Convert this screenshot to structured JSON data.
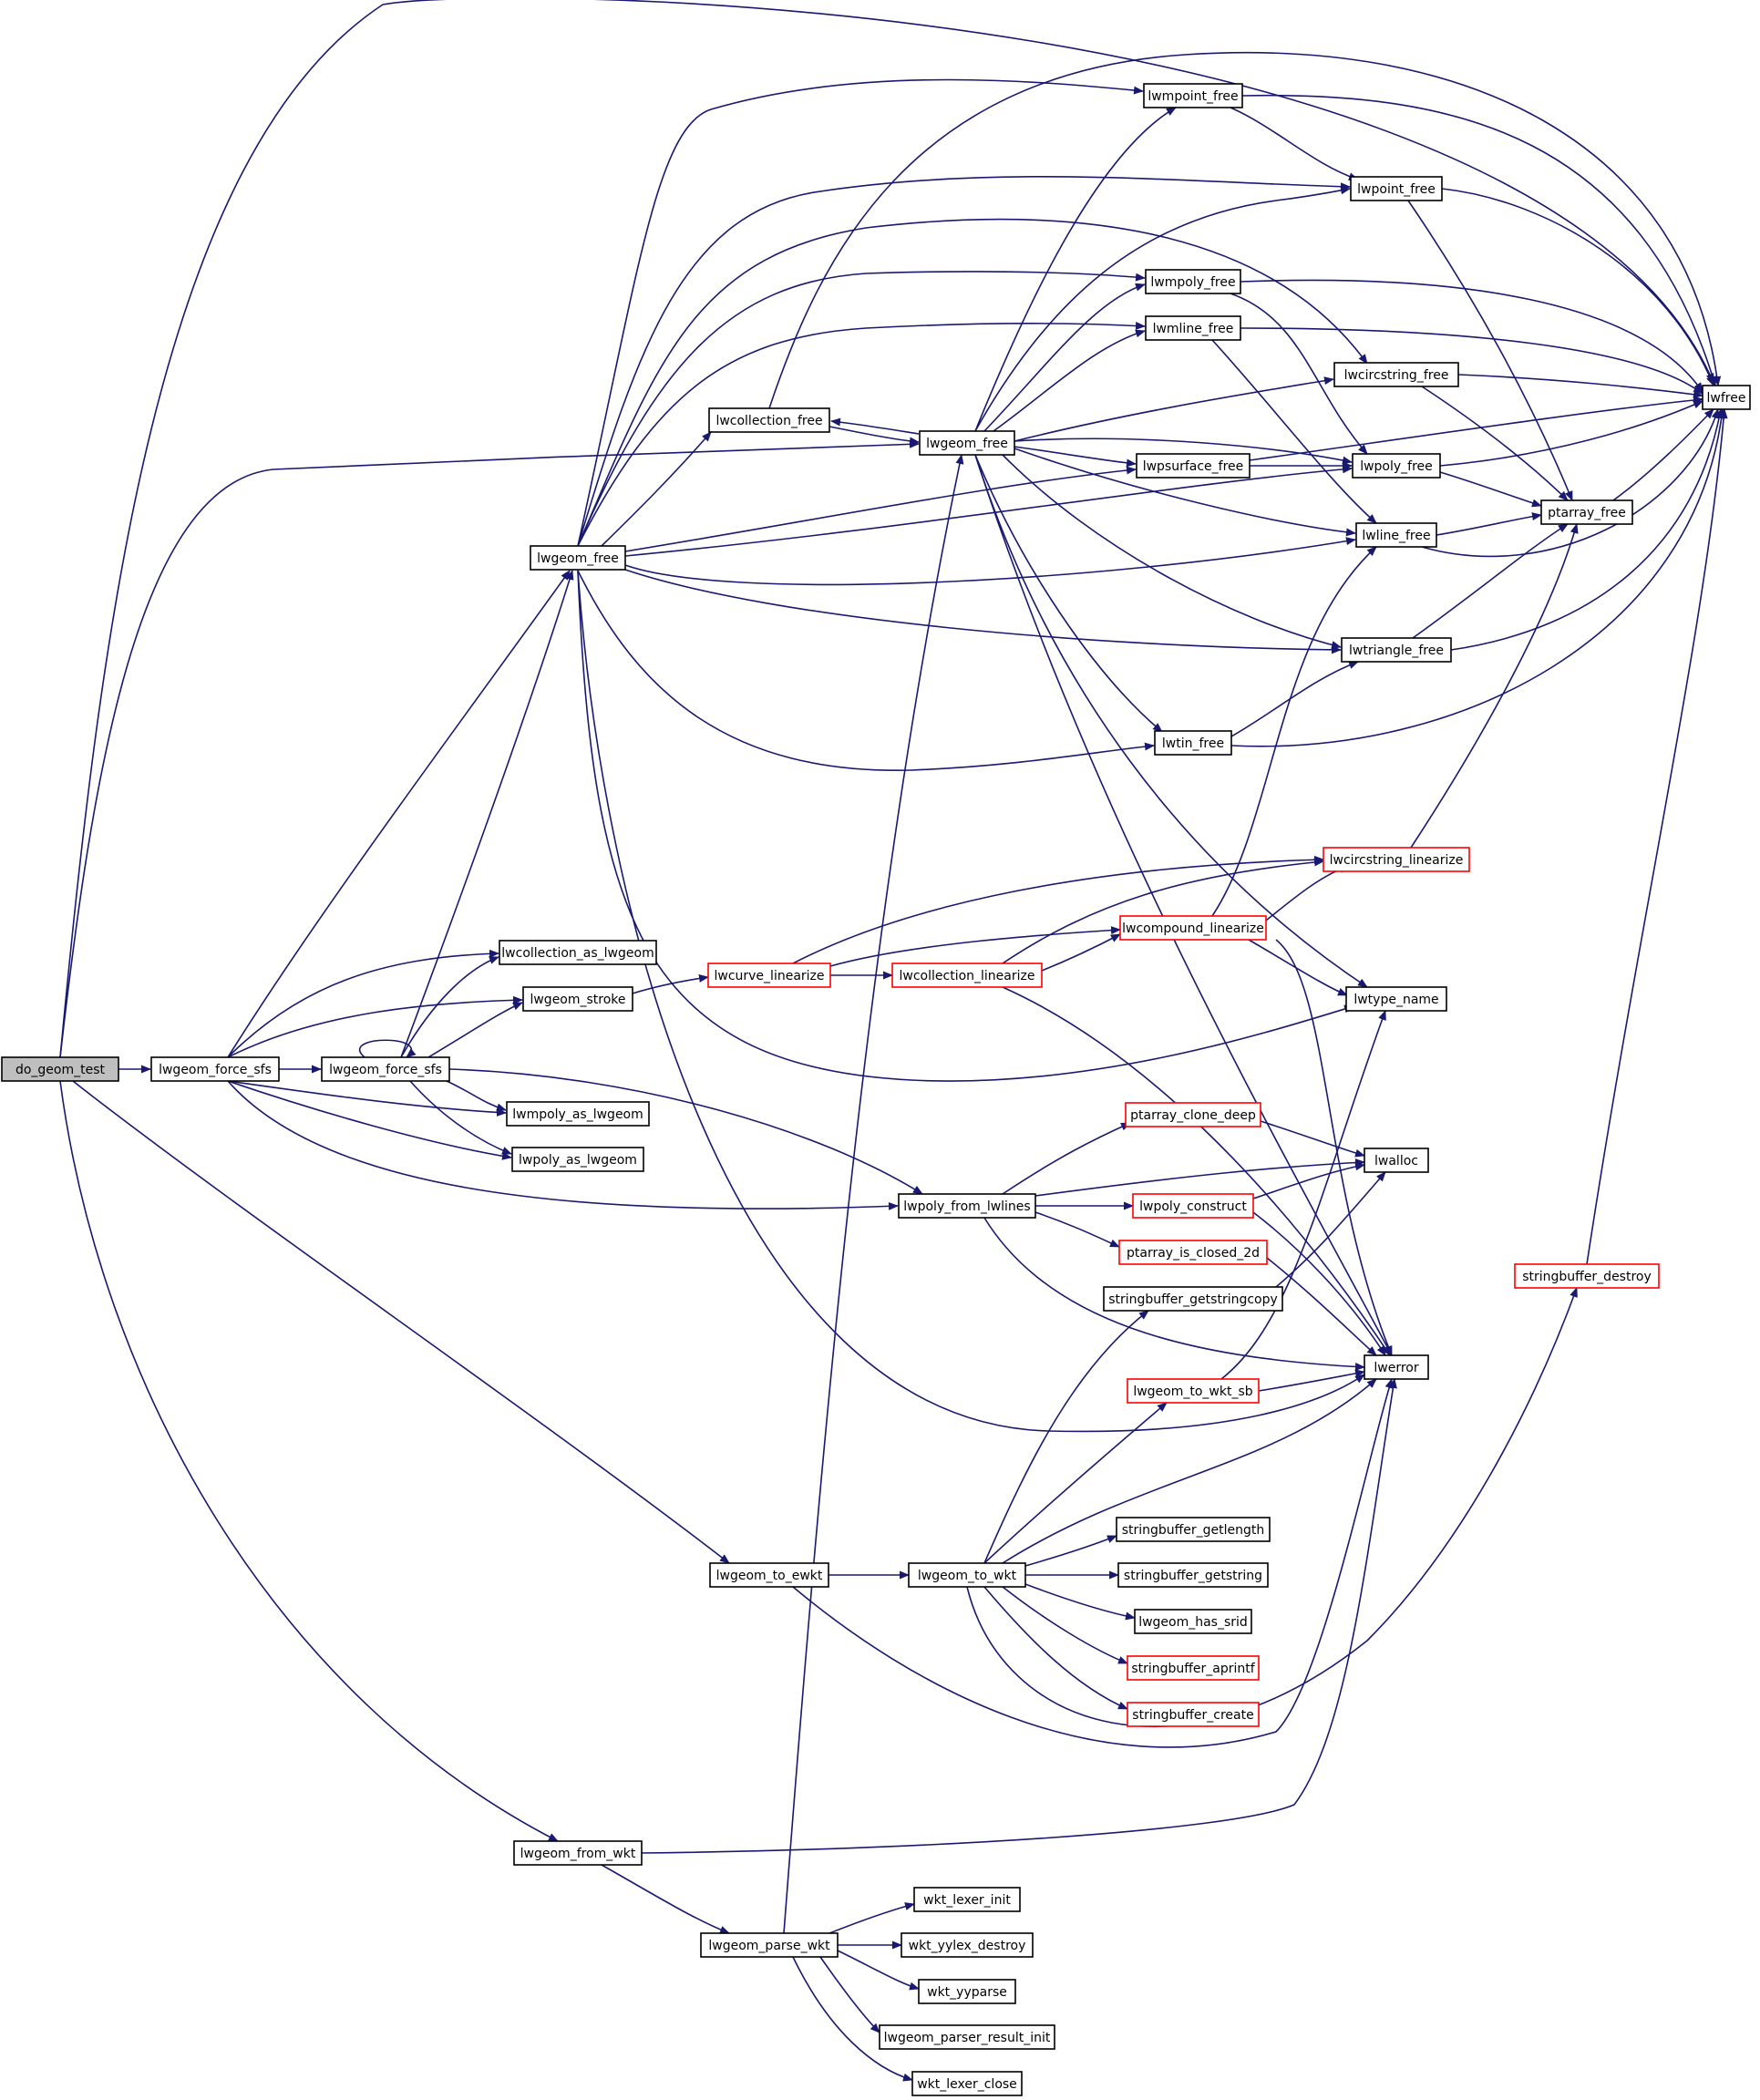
{
  "graph": {
    "root": "do_geom_test",
    "colors": {
      "edge": "#191970",
      "node_border": "#000000",
      "node_border_truncated": "#ff0000",
      "root_fill": "#bfbfbf",
      "node_fill": "#ffffff"
    },
    "nodes": [
      {
        "id": "do_geom_test",
        "label": "do_geom_test",
        "root": true
      },
      {
        "id": "lwgeom_force_sfs_1",
        "label": "lwgeom_force_sfs"
      },
      {
        "id": "lwgeom_force_sfs_2",
        "label": "lwgeom_force_sfs"
      },
      {
        "id": "lwgeom_free_1",
        "label": "lwgeom_free"
      },
      {
        "id": "lwcollection_free",
        "label": "lwcollection_free"
      },
      {
        "id": "lwgeom_free_2",
        "label": "lwgeom_free"
      },
      {
        "id": "lwmpoint_free",
        "label": "lwmpoint_free"
      },
      {
        "id": "lwpoint_free",
        "label": "lwpoint_free"
      },
      {
        "id": "lwmpoly_free",
        "label": "lwmpoly_free"
      },
      {
        "id": "lwmline_free",
        "label": "lwmline_free"
      },
      {
        "id": "lwcircstring_free",
        "label": "lwcircstring_free"
      },
      {
        "id": "lwfree",
        "label": "lwfree"
      },
      {
        "id": "lwpsurface_free",
        "label": "lwpsurface_free"
      },
      {
        "id": "lwpoly_free",
        "label": "lwpoly_free"
      },
      {
        "id": "ptarray_free",
        "label": "ptarray_free"
      },
      {
        "id": "lwline_free",
        "label": "lwline_free"
      },
      {
        "id": "lwtriangle_free",
        "label": "lwtriangle_free"
      },
      {
        "id": "lwtin_free",
        "label": "lwtin_free"
      },
      {
        "id": "lwcircstring_linearize",
        "label": "lwcircstring_linearize",
        "truncated": true
      },
      {
        "id": "lwcompound_linearize",
        "label": "lwcompound_linearize",
        "truncated": true
      },
      {
        "id": "lwcollection_as_lwgeom",
        "label": "lwcollection_as_lwgeom"
      },
      {
        "id": "lwgeom_stroke",
        "label": "lwgeom_stroke"
      },
      {
        "id": "lwcurve_linearize",
        "label": "lwcurve_linearize",
        "truncated": true
      },
      {
        "id": "lwcollection_linearize",
        "label": "lwcollection_linearize",
        "truncated": true
      },
      {
        "id": "lwtype_name",
        "label": "lwtype_name"
      },
      {
        "id": "lwmpoly_as_lwgeom",
        "label": "lwmpoly_as_lwgeom"
      },
      {
        "id": "lwpoly_as_lwgeom",
        "label": "lwpoly_as_lwgeom"
      },
      {
        "id": "ptarray_clone_deep",
        "label": "ptarray_clone_deep",
        "truncated": true
      },
      {
        "id": "lwalloc",
        "label": "lwalloc"
      },
      {
        "id": "lwpoly_from_lwlines",
        "label": "lwpoly_from_lwlines"
      },
      {
        "id": "lwpoly_construct",
        "label": "lwpoly_construct",
        "truncated": true
      },
      {
        "id": "ptarray_is_closed_2d",
        "label": "ptarray_is_closed_2d",
        "truncated": true
      },
      {
        "id": "stringbuffer_destroy",
        "label": "stringbuffer_destroy",
        "truncated": true
      },
      {
        "id": "stringbuffer_getstringcopy",
        "label": "stringbuffer_getstringcopy"
      },
      {
        "id": "lwerror",
        "label": "lwerror"
      },
      {
        "id": "lwgeom_to_wkt_sb",
        "label": "lwgeom_to_wkt_sb",
        "truncated": true
      },
      {
        "id": "stringbuffer_getlength",
        "label": "stringbuffer_getlength"
      },
      {
        "id": "lwgeom_to_ewkt",
        "label": "lwgeom_to_ewkt"
      },
      {
        "id": "lwgeom_to_wkt",
        "label": "lwgeom_to_wkt"
      },
      {
        "id": "stringbuffer_getstring",
        "label": "stringbuffer_getstring"
      },
      {
        "id": "lwgeom_has_srid",
        "label": "lwgeom_has_srid"
      },
      {
        "id": "stringbuffer_aprintf",
        "label": "stringbuffer_aprintf",
        "truncated": true
      },
      {
        "id": "stringbuffer_create",
        "label": "stringbuffer_create",
        "truncated": true
      },
      {
        "id": "lwgeom_from_wkt",
        "label": "lwgeom_from_wkt"
      },
      {
        "id": "wkt_lexer_init",
        "label": "wkt_lexer_init"
      },
      {
        "id": "lwgeom_parse_wkt",
        "label": "lwgeom_parse_wkt"
      },
      {
        "id": "wkt_yylex_destroy",
        "label": "wkt_yylex_destroy"
      },
      {
        "id": "wkt_yyparse",
        "label": "wkt_yyparse"
      },
      {
        "id": "lwgeom_parser_result_init",
        "label": "lwgeom_parser_result_init"
      },
      {
        "id": "wkt_lexer_close",
        "label": "wkt_lexer_close"
      }
    ],
    "edges": [
      [
        "do_geom_test",
        "lwfree"
      ],
      [
        "do_geom_test",
        "lwgeom_free_2"
      ],
      [
        "do_geom_test",
        "lwgeom_force_sfs_1"
      ],
      [
        "do_geom_test",
        "lwgeom_to_ewkt"
      ],
      [
        "do_geom_test",
        "lwgeom_from_wkt"
      ],
      [
        "lwgeom_force_sfs_1",
        "lwgeom_free_1"
      ],
      [
        "lwgeom_force_sfs_1",
        "lwcollection_as_lwgeom"
      ],
      [
        "lwgeom_force_sfs_1",
        "lwgeom_stroke"
      ],
      [
        "lwgeom_force_sfs_1",
        "lwgeom_force_sfs_2"
      ],
      [
        "lwgeom_force_sfs_1",
        "lwmpoly_as_lwgeom"
      ],
      [
        "lwgeom_force_sfs_1",
        "lwpoly_as_lwgeom"
      ],
      [
        "lwgeom_force_sfs_1",
        "lwpoly_from_lwlines"
      ],
      [
        "lwgeom_force_sfs_2",
        "lwgeom_force_sfs_2"
      ],
      [
        "lwgeom_force_sfs_2",
        "lwgeom_free_1"
      ],
      [
        "lwgeom_force_sfs_2",
        "lwcollection_as_lwgeom"
      ],
      [
        "lwgeom_force_sfs_2",
        "lwgeom_stroke"
      ],
      [
        "lwgeom_force_sfs_2",
        "lwmpoly_as_lwgeom"
      ],
      [
        "lwgeom_force_sfs_2",
        "lwpoly_as_lwgeom"
      ],
      [
        "lwgeom_force_sfs_2",
        "lwpoly_from_lwlines"
      ],
      [
        "lwgeom_free_1",
        "lwmpoint_free"
      ],
      [
        "lwgeom_free_1",
        "lwpoint_free"
      ],
      [
        "lwgeom_free_1",
        "lwcircstring_free"
      ],
      [
        "lwgeom_free_1",
        "lwmpoly_free"
      ],
      [
        "lwgeom_free_1",
        "lwmline_free"
      ],
      [
        "lwgeom_free_1",
        "lwcollection_free"
      ],
      [
        "lwgeom_free_1",
        "lwpsurface_free"
      ],
      [
        "lwgeom_free_1",
        "lwpoly_free"
      ],
      [
        "lwgeom_free_1",
        "lwline_free"
      ],
      [
        "lwgeom_free_1",
        "lwtriangle_free"
      ],
      [
        "lwgeom_free_1",
        "lwtin_free"
      ],
      [
        "lwgeom_free_1",
        "lwtype_name"
      ],
      [
        "lwgeom_free_1",
        "lwerror"
      ],
      [
        "lwcollection_free",
        "lwgeom_free_2"
      ],
      [
        "lwcollection_free",
        "lwfree"
      ],
      [
        "lwgeom_free_2",
        "lwcollection_free"
      ],
      [
        "lwgeom_free_2",
        "lwmpoint_free"
      ],
      [
        "lwgeom_free_2",
        "lwpoint_free"
      ],
      [
        "lwgeom_free_2",
        "lwmpoly_free"
      ],
      [
        "lwgeom_free_2",
        "lwmline_free"
      ],
      [
        "lwgeom_free_2",
        "lwcircstring_free"
      ],
      [
        "lwgeom_free_2",
        "lwpsurface_free"
      ],
      [
        "lwgeom_free_2",
        "lwpoly_free"
      ],
      [
        "lwgeom_free_2",
        "lwline_free"
      ],
      [
        "lwgeom_free_2",
        "lwtriangle_free"
      ],
      [
        "lwgeom_free_2",
        "lwtin_free"
      ],
      [
        "lwgeom_free_2",
        "lwtype_name"
      ],
      [
        "lwgeom_free_2",
        "lwerror"
      ],
      [
        "lwmpoint_free",
        "lwpoint_free"
      ],
      [
        "lwmpoint_free",
        "lwfree"
      ],
      [
        "lwpoint_free",
        "lwfree"
      ],
      [
        "lwpoint_free",
        "ptarray_free"
      ],
      [
        "lwmpoly_free",
        "lwfree"
      ],
      [
        "lwmpoly_free",
        "lwpoly_free"
      ],
      [
        "lwmline_free",
        "lwfree"
      ],
      [
        "lwmline_free",
        "lwline_free"
      ],
      [
        "lwcircstring_free",
        "lwfree"
      ],
      [
        "lwcircstring_free",
        "ptarray_free"
      ],
      [
        "lwpsurface_free",
        "lwfree"
      ],
      [
        "lwpsurface_free",
        "lwpoly_free"
      ],
      [
        "lwpoly_free",
        "lwfree"
      ],
      [
        "lwpoly_free",
        "ptarray_free"
      ],
      [
        "ptarray_free",
        "lwfree"
      ],
      [
        "lwline_free",
        "ptarray_free"
      ],
      [
        "lwline_free",
        "lwfree"
      ],
      [
        "lwtriangle_free",
        "ptarray_free"
      ],
      [
        "lwtriangle_free",
        "lwfree"
      ],
      [
        "lwtin_free",
        "lwtriangle_free"
      ],
      [
        "lwtin_free",
        "lwfree"
      ],
      [
        "lwcircstring_linearize",
        "ptarray_free"
      ],
      [
        "lwcompound_linearize",
        "lwcircstring_linearize"
      ],
      [
        "lwcompound_linearize",
        "lwline_free"
      ],
      [
        "lwcompound_linearize",
        "lwtype_name"
      ],
      [
        "lwcompound_linearize",
        "lwerror"
      ],
      [
        "lwgeom_stroke",
        "lwcurve_linearize"
      ],
      [
        "lwcurve_linearize",
        "lwcircstring_linearize"
      ],
      [
        "lwcurve_linearize",
        "lwcompound_linearize"
      ],
      [
        "lwcurve_linearize",
        "lwcollection_linearize"
      ],
      [
        "lwcollection_linearize",
        "lwcircstring_linearize"
      ],
      [
        "lwcollection_linearize",
        "lwcompound_linearize"
      ],
      [
        "lwcollection_linearize",
        "lwerror"
      ],
      [
        "lwpoly_from_lwlines",
        "ptarray_clone_deep"
      ],
      [
        "lwpoly_from_lwlines",
        "lwalloc"
      ],
      [
        "lwpoly_from_lwlines",
        "lwpoly_construct"
      ],
      [
        "lwpoly_from_lwlines",
        "ptarray_is_closed_2d"
      ],
      [
        "lwpoly_from_lwlines",
        "lwerror"
      ],
      [
        "ptarray_clone_deep",
        "lwalloc"
      ],
      [
        "lwpoly_construct",
        "lwalloc"
      ],
      [
        "lwpoly_construct",
        "lwerror"
      ],
      [
        "ptarray_is_closed_2d",
        "lwerror"
      ],
      [
        "stringbuffer_destroy",
        "lwfree"
      ],
      [
        "stringbuffer_getstringcopy",
        "lwalloc"
      ],
      [
        "lwgeom_to_wkt_sb",
        "lwtype_name"
      ],
      [
        "lwgeom_to_wkt_sb",
        "lwerror"
      ],
      [
        "lwgeom_to_ewkt",
        "lwgeom_to_wkt"
      ],
      [
        "lwgeom_to_ewkt",
        "lwerror"
      ],
      [
        "lwgeom_to_wkt",
        "stringbuffer_getstringcopy"
      ],
      [
        "lwgeom_to_wkt",
        "lwgeom_to_wkt_sb"
      ],
      [
        "lwgeom_to_wkt",
        "lwerror"
      ],
      [
        "lwgeom_to_wkt",
        "stringbuffer_getlength"
      ],
      [
        "lwgeom_to_wkt",
        "stringbuffer_getstring"
      ],
      [
        "lwgeom_to_wkt",
        "lwgeom_has_srid"
      ],
      [
        "lwgeom_to_wkt",
        "stringbuffer_aprintf"
      ],
      [
        "lwgeom_to_wkt",
        "stringbuffer_create"
      ],
      [
        "lwgeom_to_wkt",
        "stringbuffer_destroy"
      ],
      [
        "lwgeom_from_wkt",
        "lwerror"
      ],
      [
        "lwgeom_from_wkt",
        "lwgeom_parse_wkt"
      ],
      [
        "lwgeom_parse_wkt",
        "lwgeom_free_2"
      ],
      [
        "lwgeom_parse_wkt",
        "wkt_lexer_init"
      ],
      [
        "lwgeom_parse_wkt",
        "wkt_yylex_destroy"
      ],
      [
        "lwgeom_parse_wkt",
        "wkt_yyparse"
      ],
      [
        "lwgeom_parse_wkt",
        "lwgeom_parser_result_init"
      ],
      [
        "lwgeom_parse_wkt",
        "wkt_lexer_close"
      ]
    ]
  }
}
